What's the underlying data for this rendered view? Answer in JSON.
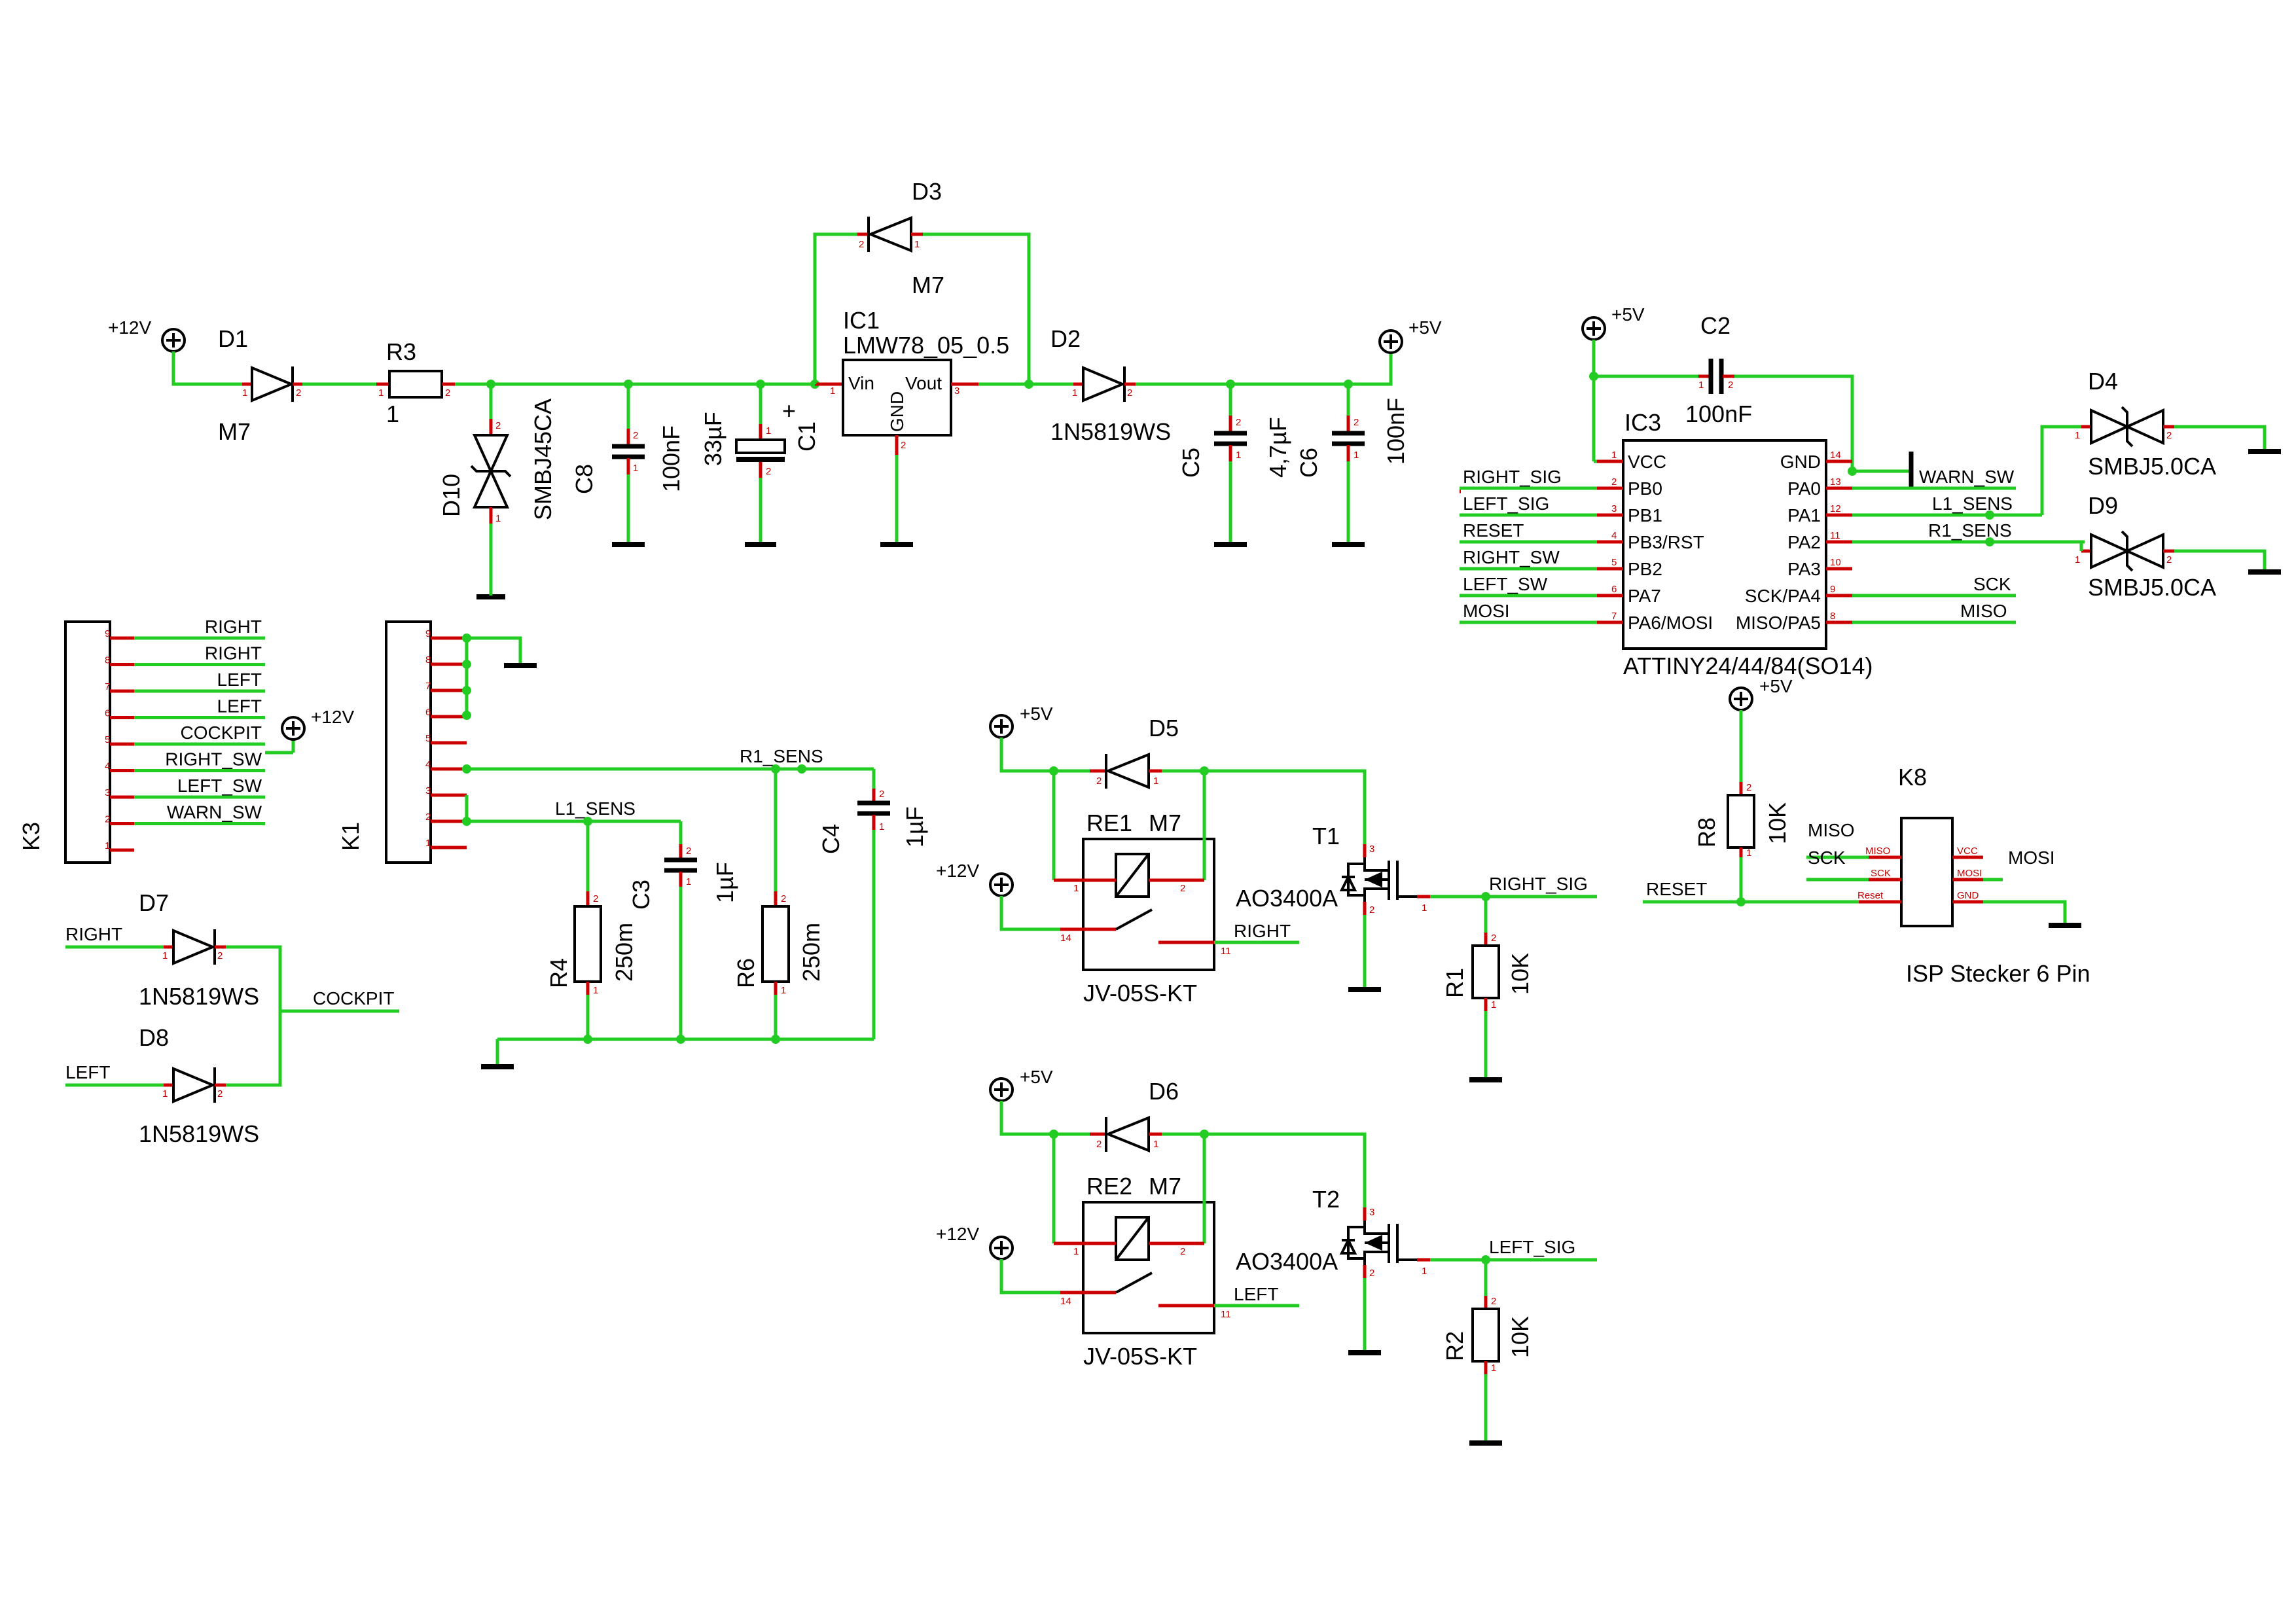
{
  "power": {
    "p12": "+12V",
    "p5": "+5V"
  },
  "parts": {
    "d1": {
      "ref": "D1",
      "val": "M7"
    },
    "r3": {
      "ref": "R3",
      "val": "1"
    },
    "d10": {
      "ref": "D10",
      "val": "SMBJ45CA"
    },
    "c8": {
      "ref": "C8",
      "val": "100nF"
    },
    "c1": {
      "ref": "C1",
      "val": "33µF"
    },
    "ic1": {
      "ref": "IC1",
      "val": "LMW78_05_0.5",
      "vin": "Vin",
      "vout": "Vout",
      "gnd": "GND"
    },
    "d3": {
      "ref": "D3",
      "val": "M7"
    },
    "d2": {
      "ref": "D2",
      "val": "1N5819WS"
    },
    "c5": {
      "ref": "C5",
      "val": "4,7µF"
    },
    "c6": {
      "ref": "C6",
      "val": "100nF"
    },
    "c2": {
      "ref": "C2",
      "val": "100nF"
    },
    "ic3": {
      "ref": "IC3",
      "val": "ATTINY24/44/84(SO14)",
      "left": [
        {
          "pin": "1",
          "name": "VCC"
        },
        {
          "pin": "2",
          "name": "PB0"
        },
        {
          "pin": "3",
          "name": "PB1"
        },
        {
          "pin": "4",
          "name": "PB3/RST"
        },
        {
          "pin": "5",
          "name": "PB2"
        },
        {
          "pin": "6",
          "name": "PA7"
        },
        {
          "pin": "7",
          "name": "PA6/MOSI"
        }
      ],
      "right": [
        {
          "pin": "14",
          "name": "GND"
        },
        {
          "pin": "13",
          "name": "PA0"
        },
        {
          "pin": "12",
          "name": "PA1"
        },
        {
          "pin": "11",
          "name": "PA2"
        },
        {
          "pin": "10",
          "name": "PA3"
        },
        {
          "pin": "9",
          "name": "SCK/PA4"
        },
        {
          "pin": "8",
          "name": "MISO/PA5"
        }
      ]
    },
    "d4": {
      "ref": "D4",
      "val": "SMBJ5.0CA"
    },
    "d9": {
      "ref": "D9",
      "val": "SMBJ5.0CA"
    },
    "k3": {
      "ref": "K3",
      "pins": [
        {
          "pin": "9",
          "net": "RIGHT"
        },
        {
          "pin": "8",
          "net": "RIGHT"
        },
        {
          "pin": "7",
          "net": "LEFT"
        },
        {
          "pin": "6",
          "net": "LEFT"
        },
        {
          "pin": "5",
          "net": "COCKPIT"
        },
        {
          "pin": "4",
          "net": "RIGHT_SW"
        },
        {
          "pin": "3",
          "net": "LEFT_SW"
        },
        {
          "pin": "2",
          "net": "WARN_SW"
        },
        {
          "pin": "1",
          "net": ""
        }
      ]
    },
    "k1": {
      "ref": "K1",
      "pins": [
        "9",
        "8",
        "7",
        "6",
        "5",
        "4",
        "3",
        "2",
        "1"
      ]
    },
    "c3": {
      "ref": "C3",
      "val": "1µF"
    },
    "c4": {
      "ref": "C4",
      "val": "1µF"
    },
    "r4": {
      "ref": "R4",
      "val": "250m"
    },
    "r6": {
      "ref": "R6",
      "val": "250m"
    },
    "d7": {
      "ref": "D7",
      "val": "1N5819WS"
    },
    "d8": {
      "ref": "D8",
      "val": "1N5819WS"
    },
    "d5": {
      "ref": "D5",
      "val": "M7"
    },
    "re1": {
      "ref": "RE1",
      "val": "JV-05S-KT"
    },
    "t1": {
      "ref": "T1",
      "val": "AO3400A"
    },
    "r1": {
      "ref": "R1",
      "val": "10K"
    },
    "d6": {
      "ref": "D6",
      "val": "M7"
    },
    "re2": {
      "ref": "RE2",
      "val": "JV-05S-KT"
    },
    "t2": {
      "ref": "T2",
      "val": "AO3400A"
    },
    "r2": {
      "ref": "R2",
      "val": "10K"
    },
    "r8": {
      "ref": "R8",
      "val": "10K"
    },
    "k8": {
      "ref": "K8",
      "val": "ISP Stecker 6 Pin",
      "left": [
        "MISO",
        "SCK",
        "Reset"
      ],
      "right": [
        "VCC",
        "MOSI",
        "GND"
      ]
    }
  },
  "nets": {
    "right_sig": "RIGHT_SIG",
    "left_sig": "LEFT_SIG",
    "reset": "RESET",
    "right_sw": "RIGHT_SW",
    "left_sw": "LEFT_SW",
    "mosi": "MOSI",
    "warn_sw": "WARN_SW",
    "l1_sens": "L1_SENS",
    "r1_sens": "R1_SENS",
    "sck": "SCK",
    "miso": "MISO",
    "right": "RIGHT",
    "left": "LEFT",
    "cockpit": "COCKPIT"
  },
  "colors": {
    "wire": "#22cc22",
    "pin": "#cc0000",
    "body": "#000000"
  }
}
